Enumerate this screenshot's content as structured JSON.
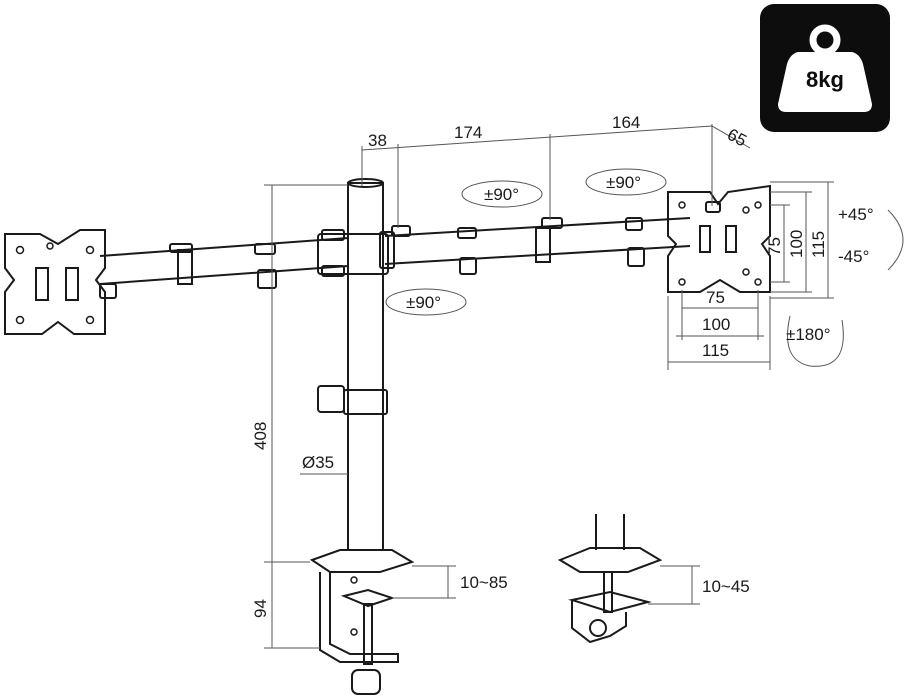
{
  "badge": {
    "label": "8kg",
    "icon": "weight-icon"
  },
  "dimensions": {
    "d38": "38",
    "d174": "174",
    "d164": "164",
    "d65": "65",
    "d408": "408",
    "d94": "94",
    "pole": "Ø35",
    "clampA": "10~85",
    "clampB": "10~45",
    "vesaH75": "75",
    "vesaH100": "100",
    "vesaH115": "115",
    "vesaV75": "75",
    "vesaV100": "100",
    "vesaV115": "115"
  },
  "rotations": {
    "arm1": "±90°",
    "arm2": "±90°",
    "arm3": "±90°",
    "tiltUp": "+45°",
    "tiltDown": "-45°",
    "rotate": "±180°"
  },
  "colors": {
    "ink": "#1a1a1a",
    "badge": "#0d0d0d"
  }
}
